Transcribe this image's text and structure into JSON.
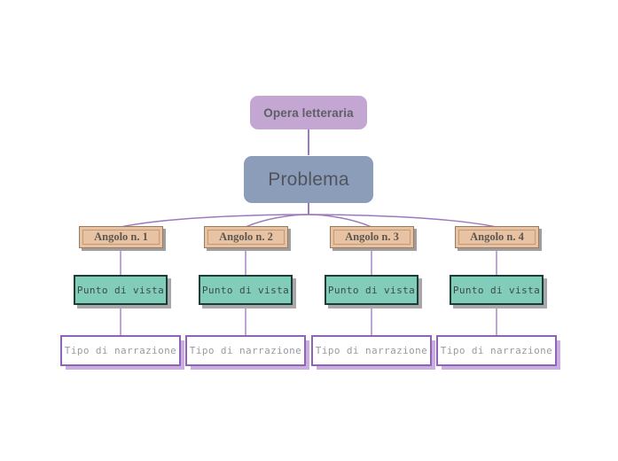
{
  "diagram": {
    "title_node": {
      "label": "Opera letteraria",
      "fill": "#c3a6d2",
      "text_color": "#5f5f66"
    },
    "problem_node": {
      "label": "Problema",
      "fill": "#8c9dba",
      "text_color": "#50545c"
    },
    "connector_color": "#9d79bf",
    "background": "#ffffff",
    "branches": [
      {
        "angle_label": "Angolo n. 1",
        "view_label": "Punto di vista",
        "narration_label": "Tipo di narrazione"
      },
      {
        "angle_label": "Angolo n. 2",
        "view_label": "Punto di vista",
        "narration_label": "Tipo di narrazione"
      },
      {
        "angle_label": "Angolo n. 3",
        "view_label": "Punto di vista",
        "narration_label": "Tipo di narrazione"
      },
      {
        "angle_label": "Angolo n. 4",
        "view_label": "Punto di vista",
        "narration_label": "Tipo di narrazione"
      }
    ],
    "level_colors": {
      "angle_fill": "#e7c3a4",
      "angle_border": "#9b7a5e",
      "view_fill": "#81cdb9",
      "view_border": "#1d3b38",
      "narration_fill": "#ffffff",
      "narration_border": "#9063bb"
    }
  }
}
